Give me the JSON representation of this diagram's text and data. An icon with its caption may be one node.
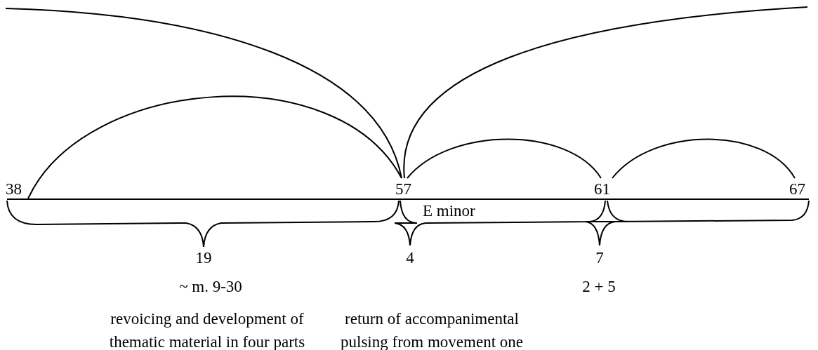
{
  "diagram": {
    "labels": [
      "38",
      "57",
      "61",
      "67",
      "E minor",
      "19",
      "4",
      "7",
      "~ m. 9-30",
      "2 + 5",
      "revoicing and development of thematic material in four parts",
      "return of accompanimental pulsing from movement one"
    ]
  }
}
